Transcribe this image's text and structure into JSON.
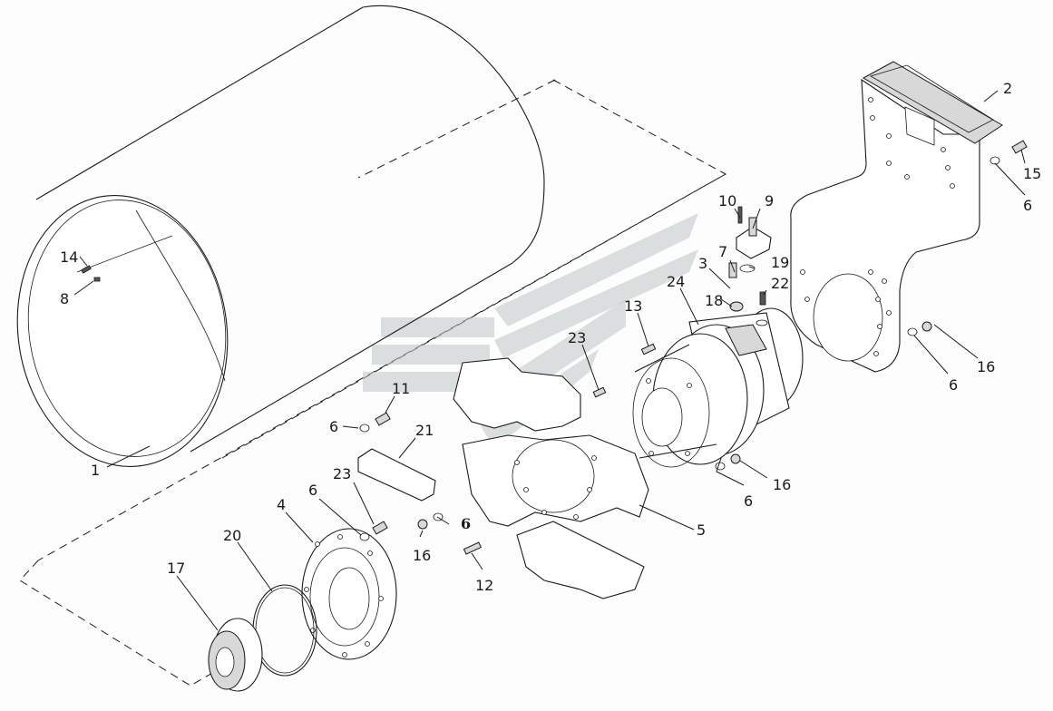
{
  "callouts": [
    {
      "id": "c1",
      "text": "1"
    },
    {
      "id": "c2",
      "text": "2"
    },
    {
      "id": "c3",
      "text": "3"
    },
    {
      "id": "c4",
      "text": "4"
    },
    {
      "id": "c5",
      "text": "5"
    },
    {
      "id": "c6a",
      "text": "6"
    },
    {
      "id": "c6b",
      "text": "6"
    },
    {
      "id": "c6c",
      "text": "6"
    },
    {
      "id": "c6d",
      "text": "6"
    },
    {
      "id": "c6e",
      "text": "6"
    },
    {
      "id": "c6f",
      "text": "6"
    },
    {
      "id": "c7",
      "text": "7"
    },
    {
      "id": "c8",
      "text": "8"
    },
    {
      "id": "c9",
      "text": "9"
    },
    {
      "id": "c10",
      "text": "10"
    },
    {
      "id": "c11",
      "text": "11"
    },
    {
      "id": "c12",
      "text": "12"
    },
    {
      "id": "c13",
      "text": "13"
    },
    {
      "id": "c14",
      "text": "14"
    },
    {
      "id": "c15",
      "text": "15"
    },
    {
      "id": "c16a",
      "text": "16"
    },
    {
      "id": "c16b",
      "text": "16"
    },
    {
      "id": "c16c",
      "text": "16"
    },
    {
      "id": "c17",
      "text": "17"
    },
    {
      "id": "c18",
      "text": "18"
    },
    {
      "id": "c19",
      "text": "19"
    },
    {
      "id": "c20",
      "text": "20"
    },
    {
      "id": "c21",
      "text": "21"
    },
    {
      "id": "c22",
      "text": "22"
    },
    {
      "id": "c23a",
      "text": "23"
    },
    {
      "id": "c23b",
      "text": "23"
    },
    {
      "id": "c24",
      "text": "24"
    }
  ],
  "colors": {
    "line": "#1a1a1a",
    "watermark": "#bfc5c5",
    "background": "#fdfdfd"
  }
}
